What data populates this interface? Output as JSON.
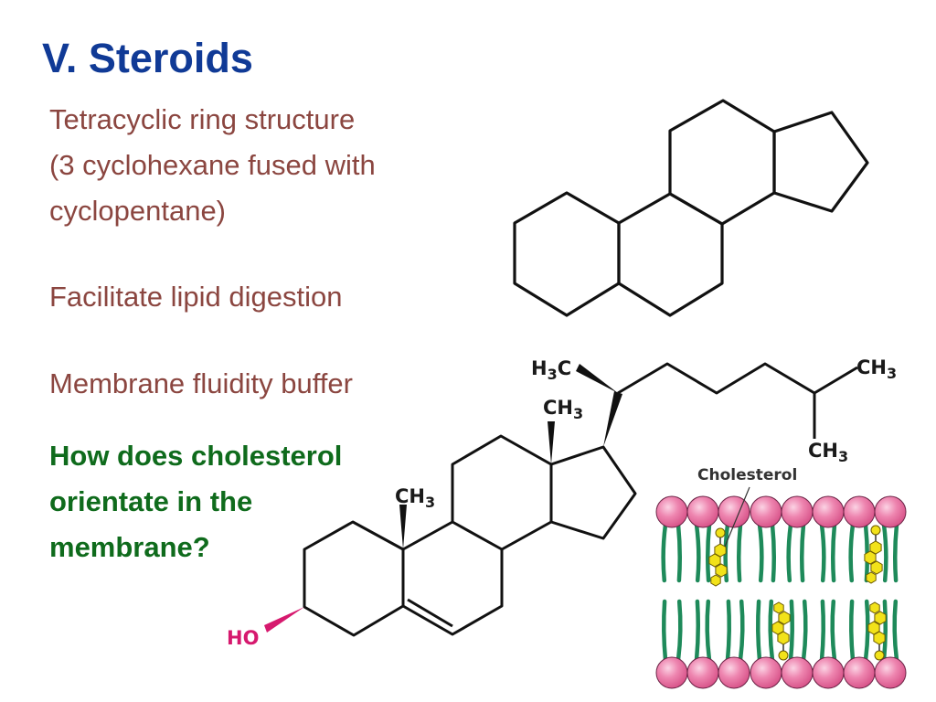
{
  "slide": {
    "title": "V. Steroids",
    "bullets": [
      {
        "lines": [
          "Tetracyclic ring structure",
          "(3 cyclohexane fused with",
          "cyclopentane)"
        ]
      },
      {
        "lines": [
          "Facilitate lipid digestion"
        ]
      },
      {
        "lines": [
          "Membrane fluidity buffer"
        ]
      }
    ],
    "question": {
      "lines": [
        "How does cholesterol",
        "orientate in the",
        "membrane?"
      ]
    },
    "colors": {
      "title": "#103a96",
      "bullet": "#8b4640",
      "question": "#0f6b1c",
      "hydroxyl": "#d6196e",
      "phosphate_head": "#e8709c",
      "lipid_tail": "#1e8a5a",
      "cholesterol": "#f2e21a"
    }
  },
  "steroid_skeleton": {
    "caption": ""
  },
  "cholesterol_structure": {
    "labels": {
      "hydroxyl": "HO",
      "c10_methyl": "CH3",
      "c13_methyl": "CH3",
      "c20_methyl": "H3C",
      "terminal_methyl_a": "CH3",
      "terminal_methyl_b": "CH3"
    }
  },
  "membrane_diagram": {
    "label": "Cholesterol"
  }
}
